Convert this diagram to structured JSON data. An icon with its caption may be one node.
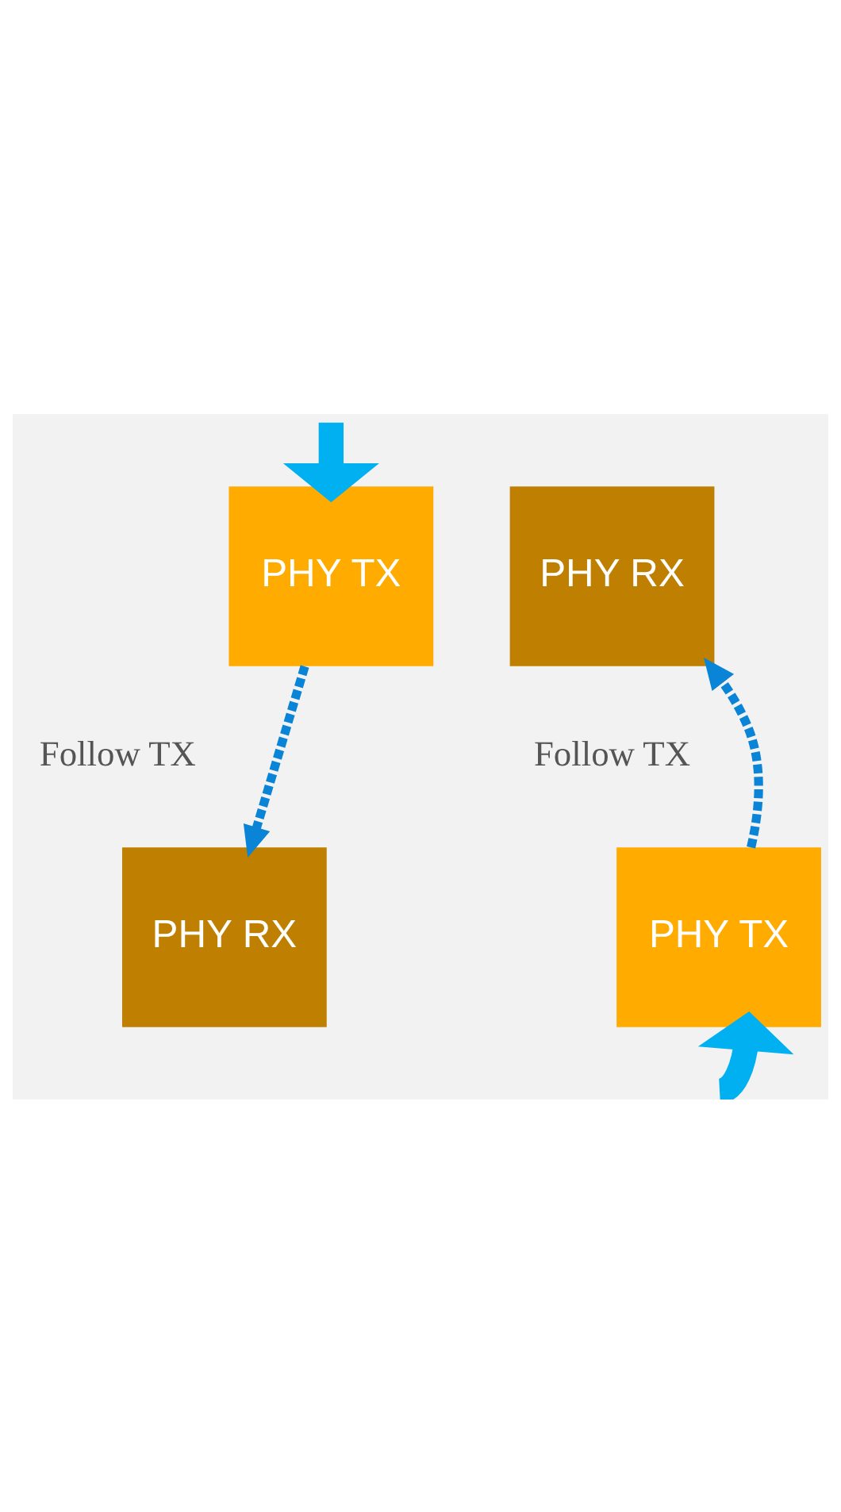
{
  "diagram": {
    "nodes": [
      {
        "text": [
          "PHY TX"
        ]
      },
      {
        "text": [
          "PHY RX"
        ],
        "beside": [
          "Follow TX"
        ]
      },
      {
        "text": [
          "PHY RX"
        ],
        "beside": [
          "Follow TX"
        ]
      },
      {
        "text": [
          "PHY TX"
        ]
      }
    ],
    "edges": [
      {
        "from": null,
        "to": 0,
        "arrow": "to",
        "style": "thick",
        "color": "#00b0f0"
      },
      {
        "from": 0,
        "to": 2,
        "arrow": "to",
        "style": "dashed",
        "color": "#0a84d6"
      },
      {
        "from": 3,
        "to": 1,
        "arrow": "to",
        "style": "dashed",
        "color": "#0a84d6"
      },
      {
        "from": null,
        "to": 3,
        "arrow": "to",
        "style": "thick",
        "color": "#00b0f0"
      }
    ]
  }
}
